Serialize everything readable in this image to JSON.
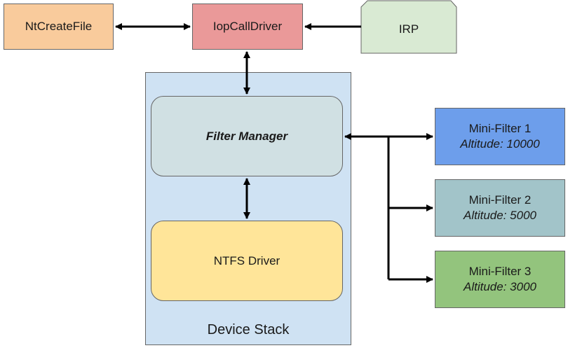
{
  "nodes": {
    "ntcreatefile": "NtCreateFile",
    "iopcalldriver": "IopCallDriver",
    "irp": "IRP",
    "filter_manager": "Filter Manager",
    "ntfs_driver": "NTFS Driver",
    "device_stack": "Device Stack"
  },
  "mini_filters": [
    {
      "name": "Mini-Filter 1",
      "altitude": "Altitude: 10000",
      "color": "#6d9eeb"
    },
    {
      "name": "Mini-Filter 2",
      "altitude": "Altitude: 5000",
      "color": "#a2c4c9"
    },
    {
      "name": "Mini-Filter 3",
      "altitude": "Altitude: 3000",
      "color": "#93c47d"
    }
  ],
  "colors": {
    "ntcreatefile": "#f9cb9c",
    "iopcalldriver": "#ea9999",
    "irp": "#d9ead3",
    "device_stack": "#cfe2f3",
    "filter_manager": "#d0e0e3",
    "ntfs_driver": "#ffe599",
    "arrow": "#000000"
  }
}
